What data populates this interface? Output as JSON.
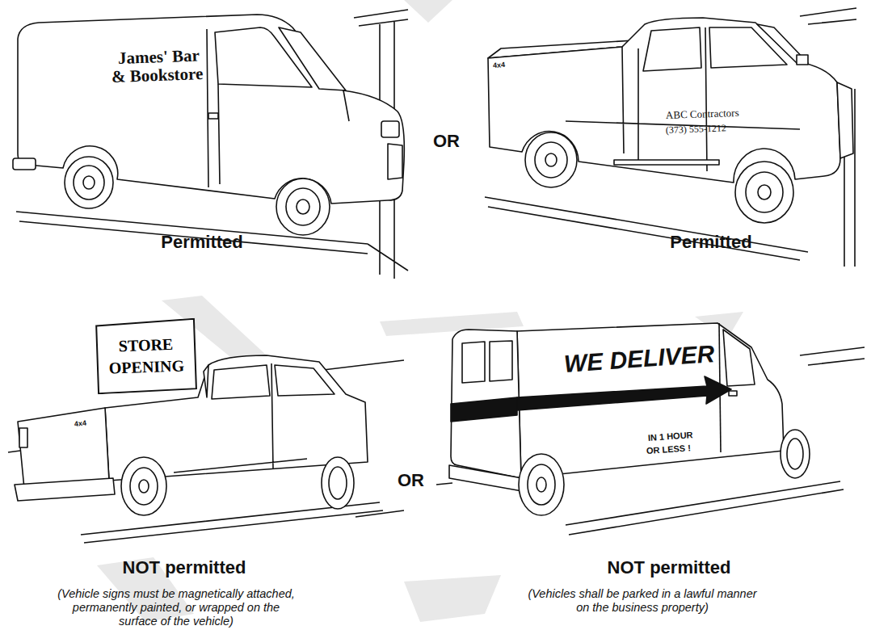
{
  "diagram": {
    "nodes": [
      {
        "text": [
          "STORE OPENING"
        ]
      }
    ],
    "labels": [
      "James' Bar",
      "& Bookstore",
      "OR",
      "4x4",
      "ABC Contractors",
      "(373) 555-1212",
      "Permitted",
      "Permitted",
      "4x4",
      "OR",
      "WE DELIVER",
      "IN 1 HOUR",
      "OR LESS !",
      "NOT permitted",
      "NOT permitted",
      "(Vehicle signs must be magnetically attached, permanently painted, or wrapped on the surface of the vehicle)",
      "(Vehicles shall be parked in a lawful manner on the business property)"
    ]
  }
}
